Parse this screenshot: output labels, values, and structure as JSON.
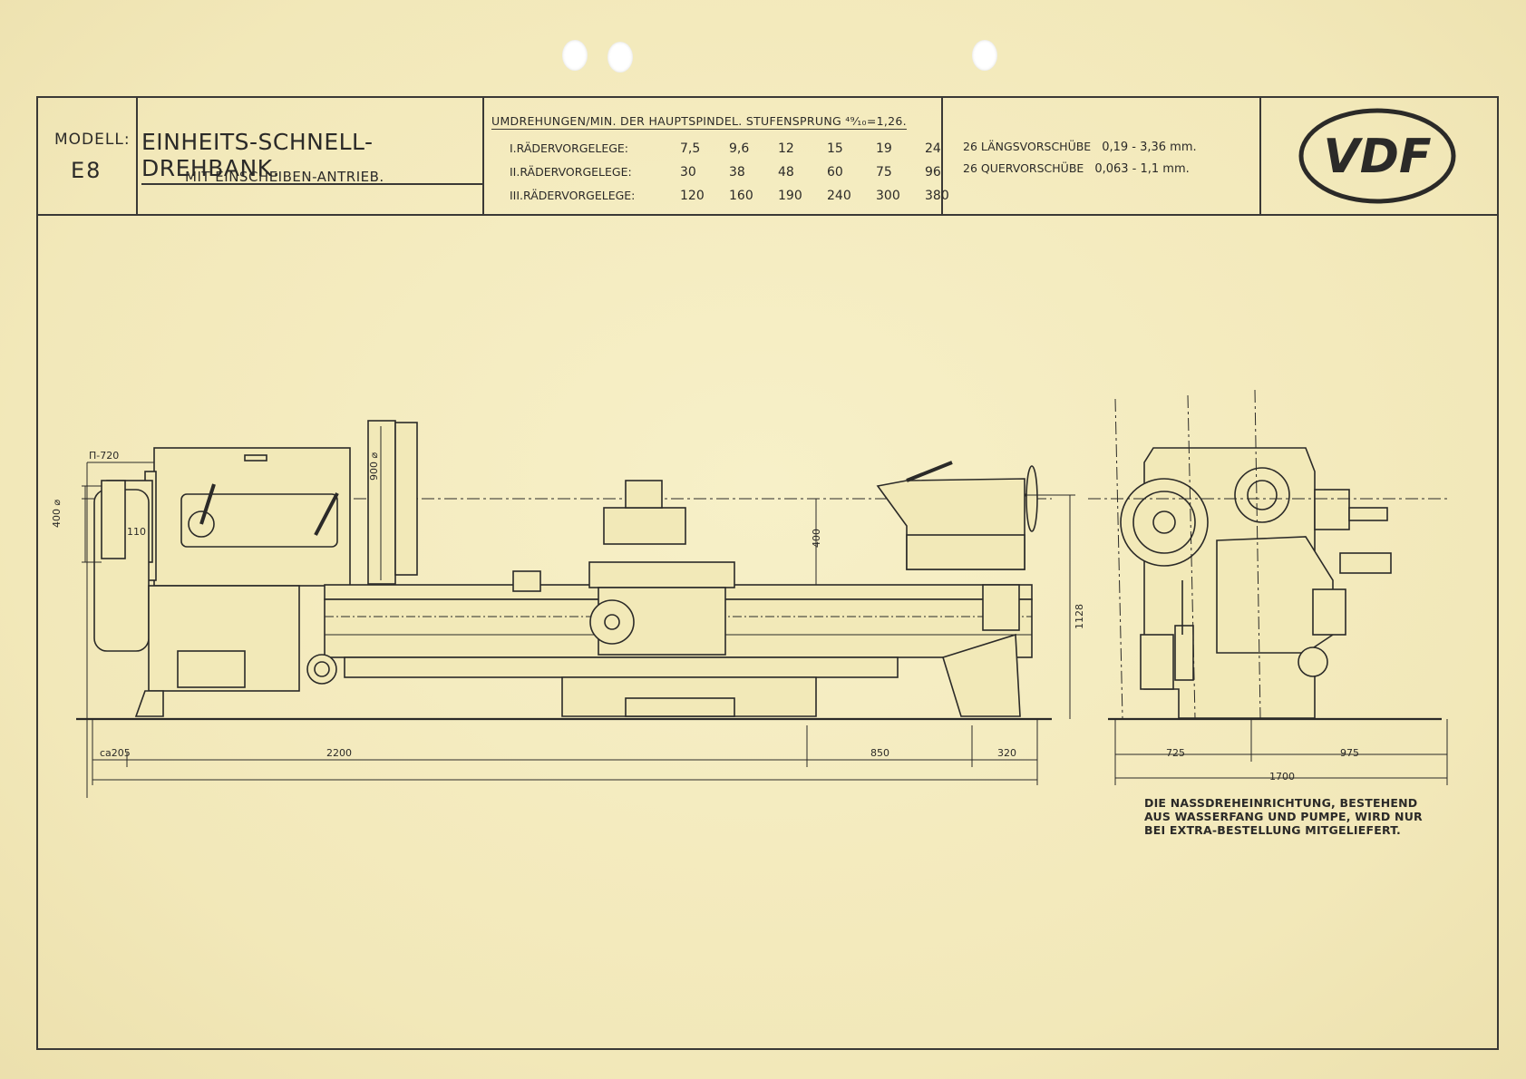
{
  "header": {
    "model_label": "MODELL:",
    "model_value": "E8",
    "title_main": "EINHEITS-SCHNELL-DREHBANK.",
    "title_sub": "MIT EINSCHEIBEN-ANTRIEB.",
    "speed_heading": "UMDREHUNGEN/MIN. DER HAUPTSPINDEL. STUFENSPRUNG ⁴⁹⁄₁₀=1,26.",
    "speed_rows": [
      {
        "label": "I.RÄDERVORGELEGE:",
        "values": [
          "7,5",
          "9,6",
          "12",
          "15",
          "19",
          "24"
        ]
      },
      {
        "label": "II.RÄDERVORGELEGE:",
        "values": [
          "30",
          "38",
          "48",
          "60",
          "75",
          "96"
        ]
      },
      {
        "label": "III.RÄDERVORGELEGE:",
        "values": [
          "120",
          "160",
          "190",
          "240",
          "300",
          "380"
        ]
      }
    ],
    "feeds": [
      {
        "label": "26 LÄNGSVORSCHÜBE",
        "value": "0,19 - 3,36 mm."
      },
      {
        "label": "26 QUERVORSCHÜBE",
        "value": "0,063 - 1,1 mm."
      }
    ],
    "logo_text": "VDF"
  },
  "drawing": {
    "dims": {
      "pulley": "Π-720",
      "swing": "400 ⌀",
      "swing_gap": "900 ⌀",
      "small": "110",
      "center_height": "400",
      "height": "1128",
      "overhang": "ca205",
      "bed_length": "2200",
      "d850": "850",
      "d320": "320",
      "d725": "725",
      "d975": "975",
      "d1700": "1700"
    }
  },
  "note": {
    "lines": [
      "DIE NASSDREHEINRICHTUNG, BESTEHEND",
      "AUS WASSERFANG UND PUMPE, WIRD NUR",
      "BEI EXTRA-BESTELLUNG MITGELIEFERT."
    ]
  },
  "colors": {
    "paper": "#f4ecc0",
    "ink": "#2b2a28",
    "machine": "#f2e9b8"
  }
}
